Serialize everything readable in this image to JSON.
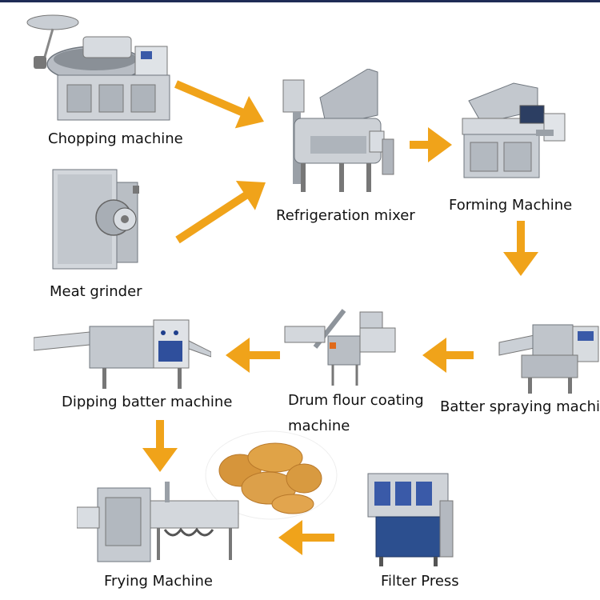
{
  "colors": {
    "arrow": "#F0A31A",
    "steel_light": "#d9dde2",
    "steel_mid": "#aeb4bb",
    "steel_dark": "#6f767e",
    "panel_blue": "#3a5aa8",
    "nugget": "#e0a347"
  },
  "steps": {
    "chopping": "Chopping machine",
    "meat_grinder": "Meat grinder",
    "refrigeration_mixer": "Refrigeration mixer",
    "forming": "Forming Machine",
    "batter_spraying": "Batter spraying machine",
    "drum_flour_line1": "Drum flour coating",
    "drum_flour_line2": "machine",
    "dipping_batter": "Dipping batter machine",
    "frying": "Frying Machine",
    "filter_press": "Filter Press"
  }
}
